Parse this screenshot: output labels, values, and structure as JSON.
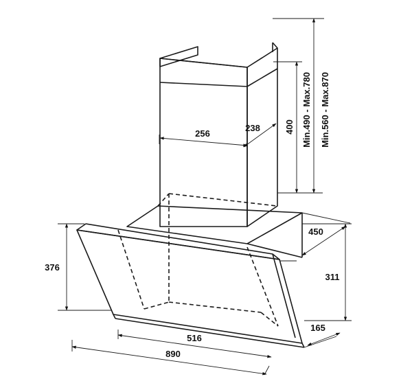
{
  "dimensions": {
    "chimney_width": "256",
    "chimney_depth": "238",
    "chimney_section_height": "400",
    "range_short": "Min.490 - Max.780",
    "range_long": "Min.560 - Max.870",
    "hood_depth": "450",
    "hood_front_height": "376",
    "hood_side_height": "311",
    "bottom_offset": "165",
    "inner_width": "516",
    "total_width": "890"
  }
}
